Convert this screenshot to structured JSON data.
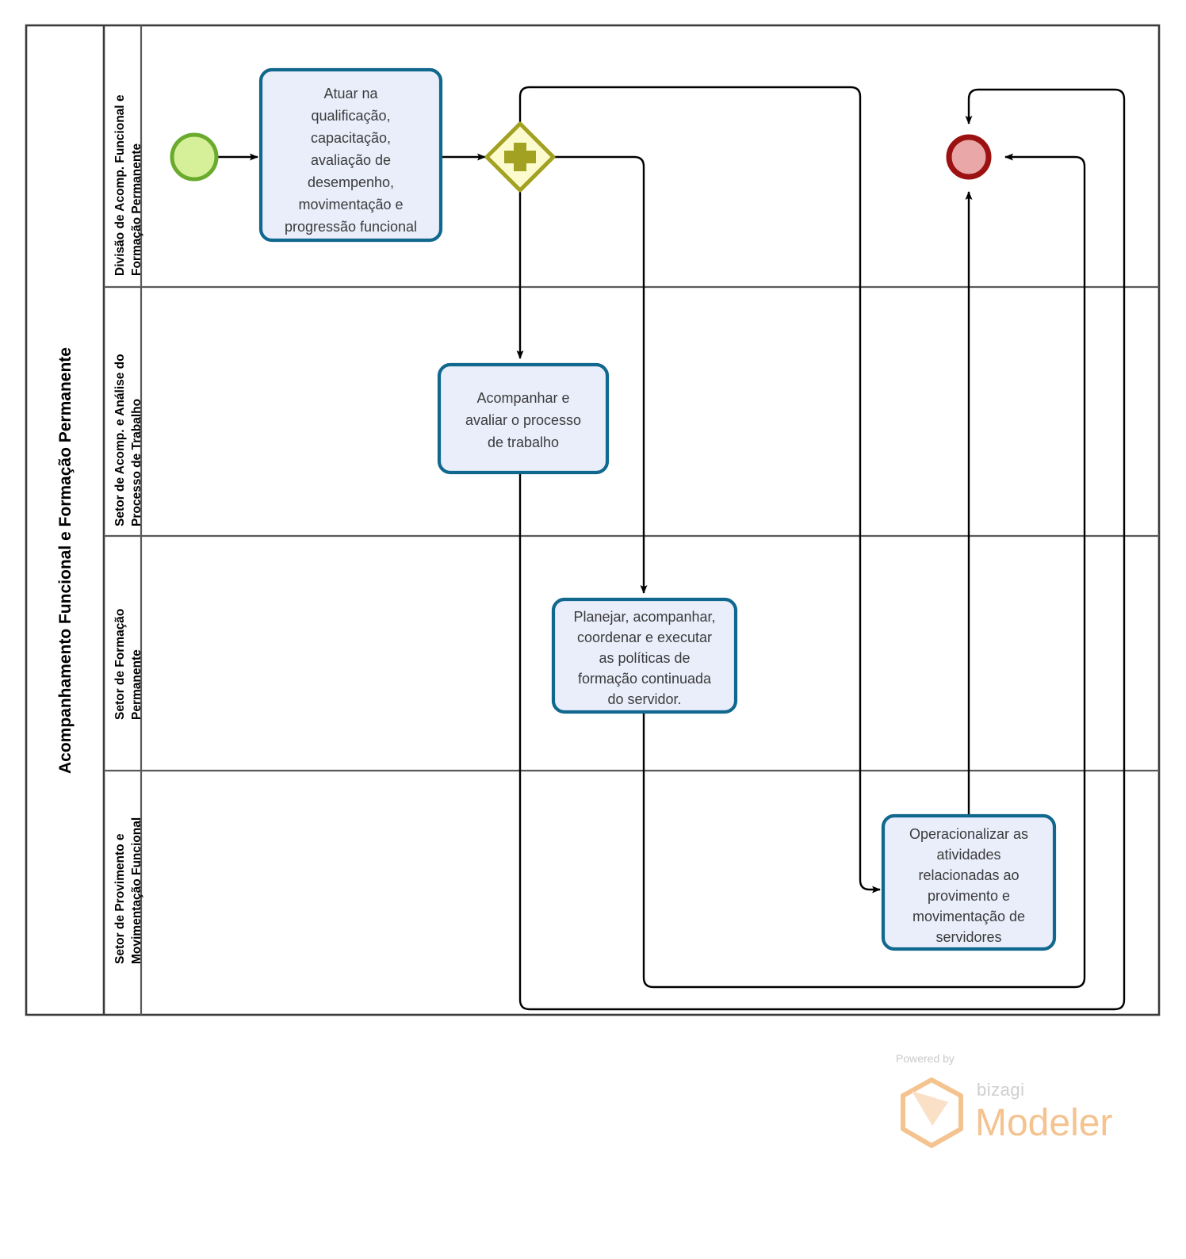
{
  "diagram": {
    "type": "bpmn-process",
    "pool": {
      "title": "Acompanhamento Funcional e Formação Permanente",
      "lanes": [
        {
          "id": "lane-1",
          "label_line1": "Divisão de Acomp. Funcional e",
          "label_line2": "Formação Permanente"
        },
        {
          "id": "lane-2",
          "label_line1": "Setor de Acomp. e Análise do",
          "label_line2": "Processo de Trabalho"
        },
        {
          "id": "lane-3",
          "label_line1": "Setor de Formação",
          "label_line2": "Permanente"
        },
        {
          "id": "lane-4",
          "label_line1": "Setor de Provimento e",
          "label_line2": "Movimentação Funcional"
        }
      ]
    },
    "events": [
      {
        "id": "start-event",
        "kind": "start",
        "lane": "lane-1",
        "fill": "#d6f09a",
        "stroke": "#6aab2e"
      },
      {
        "id": "end-event",
        "kind": "end",
        "lane": "lane-1",
        "fill": "#eaa7a7",
        "stroke": "#9c1212"
      }
    ],
    "gateways": [
      {
        "id": "parallel-gateway",
        "kind": "parallel",
        "symbol": "+",
        "lane": "lane-1",
        "fill": "#fbfbcd",
        "stroke": "#a3a121"
      }
    ],
    "tasks": [
      {
        "id": "task-atuar-qualificacao",
        "lane": "lane-1",
        "lines": [
          "Atuar na",
          "qualificação,",
          "capacitação,",
          "avaliação de",
          "desempenho,",
          "movimentação e",
          "progressão funcional"
        ]
      },
      {
        "id": "task-acompanhar-avaliar",
        "lane": "lane-2",
        "lines": [
          "Acompanhar e",
          "avaliar o processo",
          "de trabalho"
        ]
      },
      {
        "id": "task-planejar-politicas",
        "lane": "lane-3",
        "lines": [
          "Planejar, acompanhar,",
          "coordenar e executar",
          "as políticas de",
          "formação continuada",
          "do servidor."
        ]
      },
      {
        "id": "task-operacionalizar-provimento",
        "lane": "lane-4",
        "lines": [
          "Operacionalizar as",
          "atividades",
          "relacionadas ao",
          "provimento e",
          "movimentação de",
          "servidores"
        ]
      }
    ],
    "colors": {
      "task_fill": "#eaeefb",
      "task_stroke": "#11688f",
      "start_fill": "#d6f09a",
      "start_stroke": "#6aab2e",
      "end_fill": "#eaa7a7",
      "end_stroke": "#9c1212",
      "gateway_fill": "#fbfbcd",
      "gateway_stroke": "#a3a121",
      "flow_stroke": "#000000",
      "pool_stroke": "#3a3a3a",
      "logo_accent": "#f4c38f"
    }
  },
  "branding": {
    "powered_by": "Powered by",
    "product_prefix": "bizagi",
    "product_name": "Modeler"
  }
}
